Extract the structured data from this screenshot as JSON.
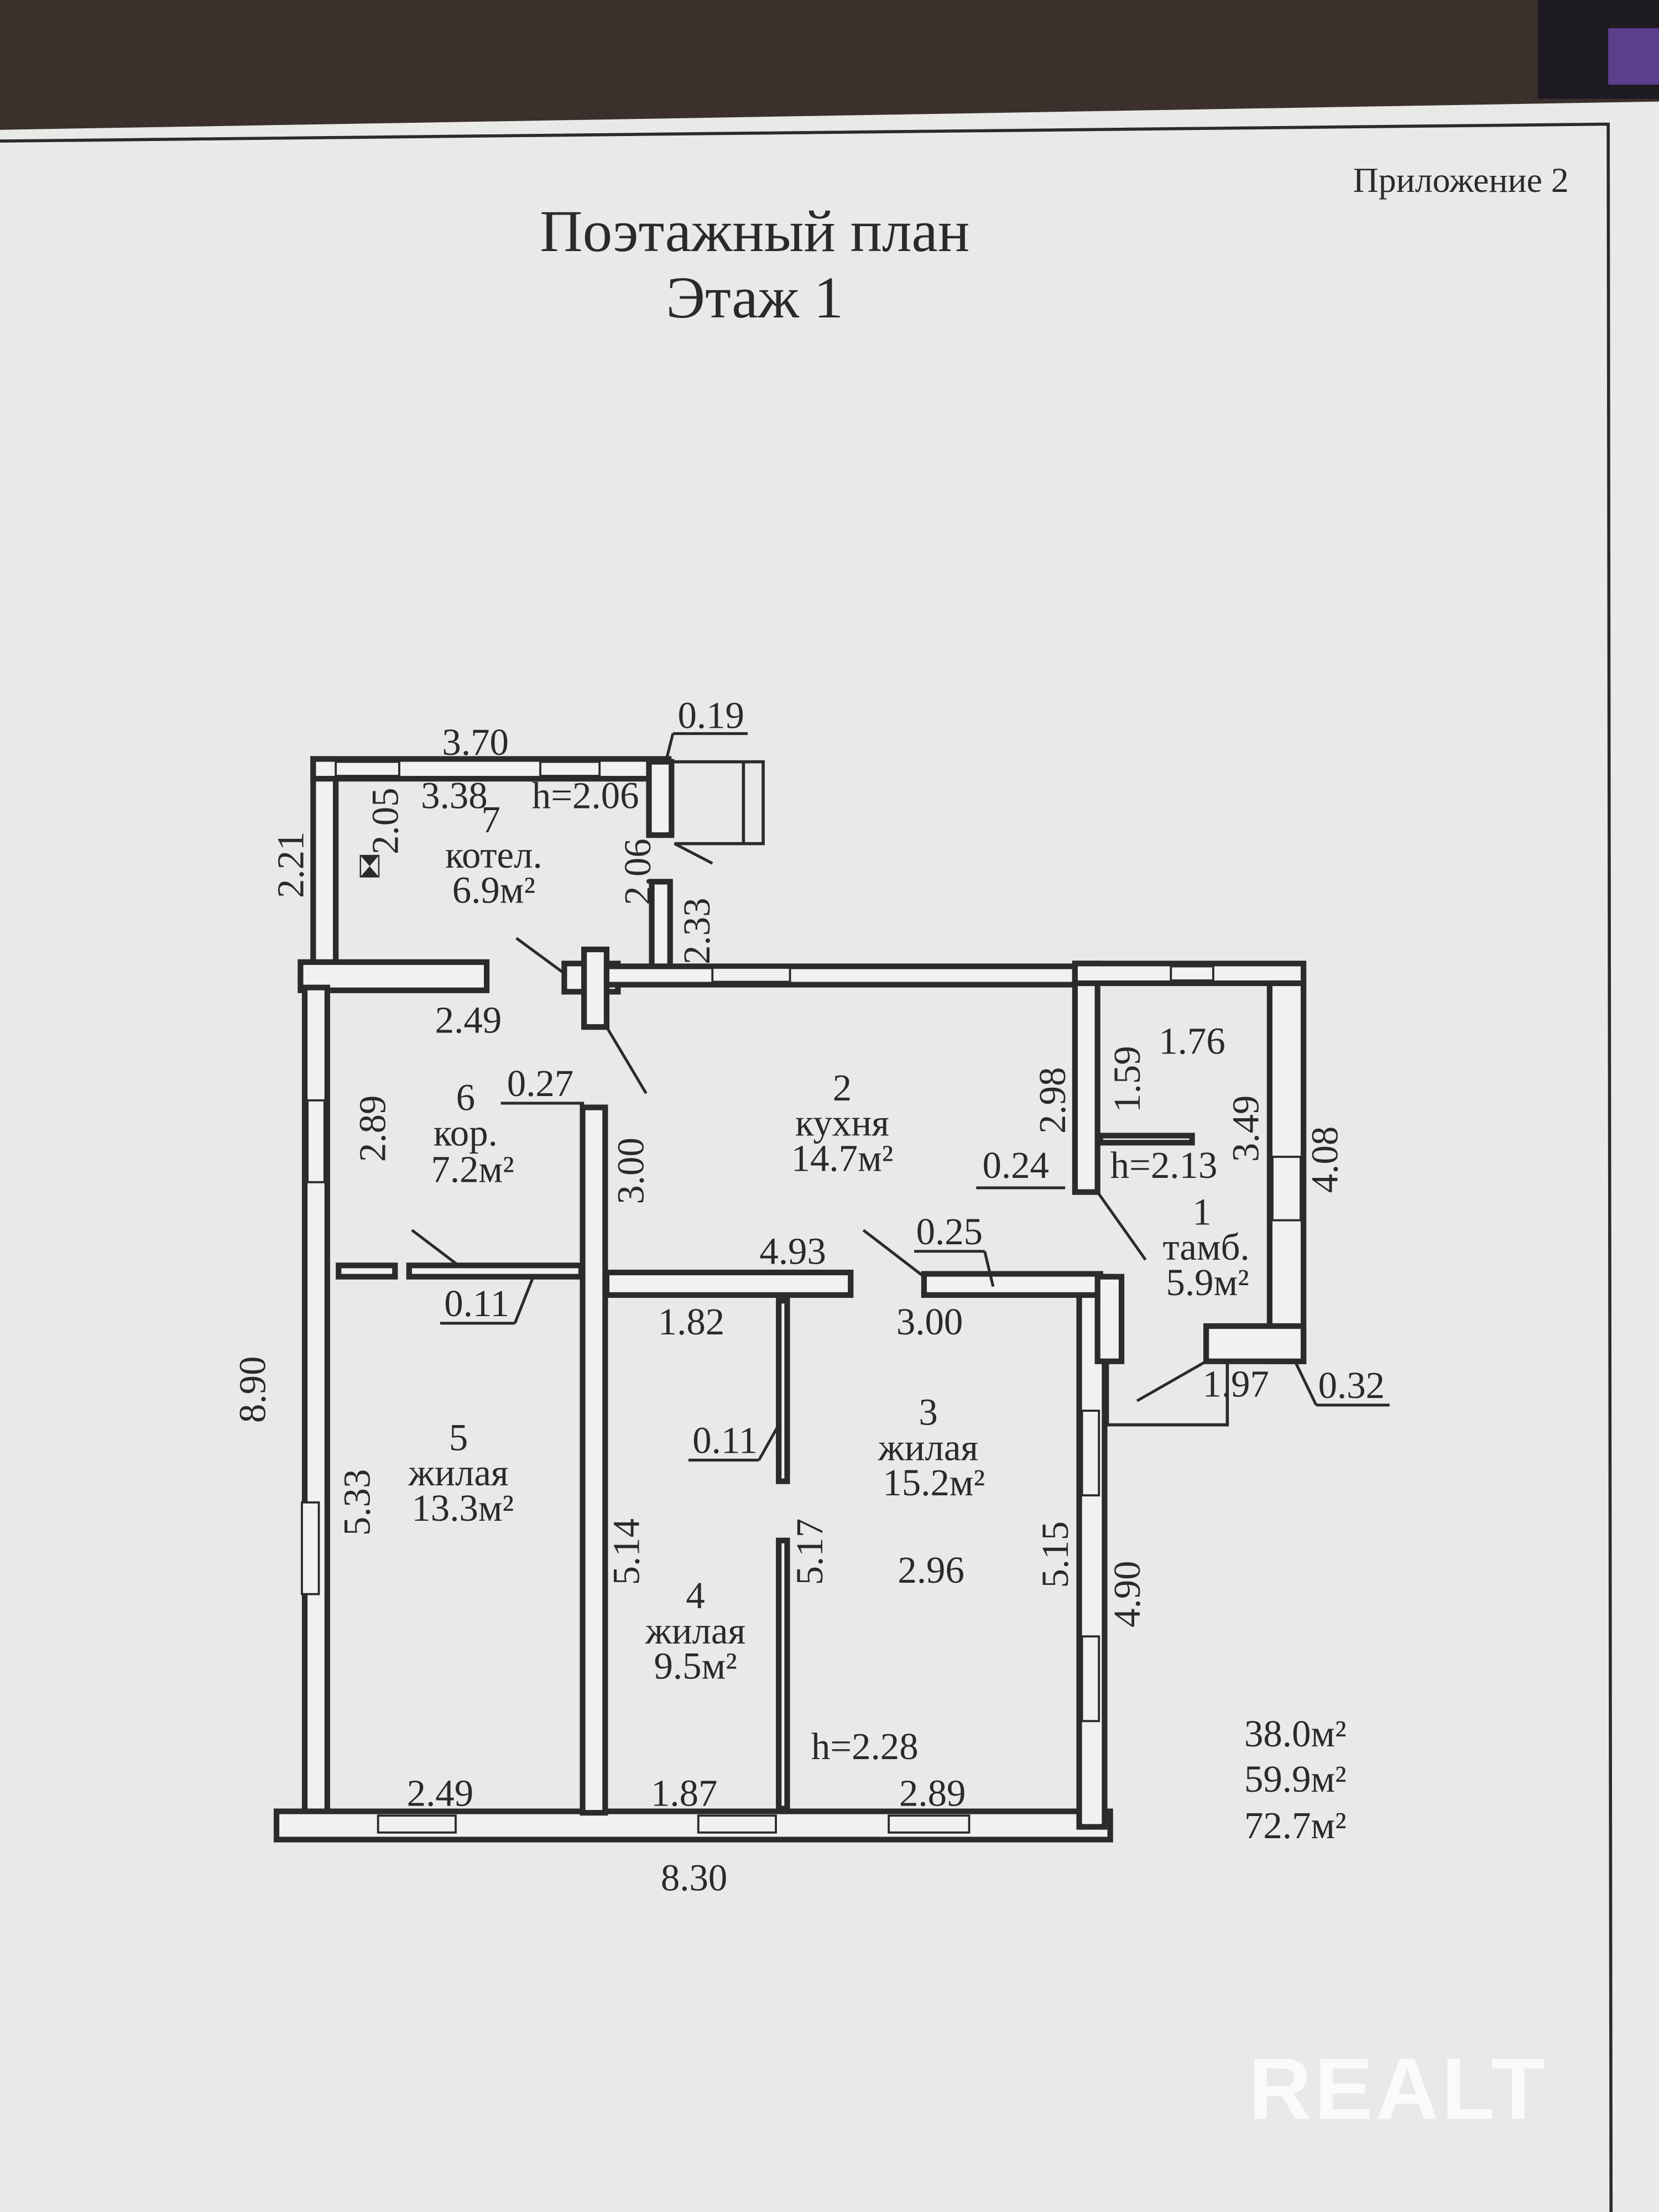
{
  "document": {
    "appendix_label": "Приложение 2",
    "title_line1": "Поэтажный план",
    "title_line2": "Этаж 1"
  },
  "rooms": [
    {
      "number": "1",
      "name": "тамб.",
      "area": "5.9м²"
    },
    {
      "number": "2",
      "name": "кухня",
      "area": "14.7м²"
    },
    {
      "number": "3",
      "name": "жилая",
      "area": "15.2м²"
    },
    {
      "number": "4",
      "name": "жилая",
      "area": "9.5м²"
    },
    {
      "number": "5",
      "name": "жилая",
      "area": "13.3м²"
    },
    {
      "number": "6",
      "name": "кор.",
      "area": "7.2м²"
    },
    {
      "number": "7",
      "name": "котел.",
      "area": "6.9м²"
    }
  ],
  "dimensions": {
    "d370": "3.70",
    "d019": "0.19",
    "d338": "3.38",
    "h206": "h=2.06",
    "d221": "2.21",
    "d205": "2.05",
    "d206": "2.06",
    "d233": "2.33",
    "d249top": "2.49",
    "d027": "0.27",
    "d289left": "2.89",
    "d300v": "3.00",
    "d298": "2.98",
    "d159": "1.59",
    "d176": "1.76",
    "d349": "3.49",
    "d408": "4.08",
    "d024": "0.24",
    "h213": "h=2.13",
    "d493": "4.93",
    "d025": "0.25",
    "d011a": "0.11",
    "d182": "1.82",
    "d300h": "3.00",
    "d197": "1.97",
    "d032": "0.32",
    "d890": "8.90",
    "d011b": "0.11",
    "d533": "5.33",
    "d514": "5.14",
    "d517": "5.17",
    "d296": "2.96",
    "d515": "5.15",
    "d490": "4.90",
    "h228": "h=2.28",
    "d249bot": "2.49",
    "d187": "1.87",
    "d289bot": "2.89",
    "d830": "8.30"
  },
  "totals": [
    "38.0м²",
    "59.9м²",
    "72.7м²"
  ],
  "watermark": "REALT"
}
